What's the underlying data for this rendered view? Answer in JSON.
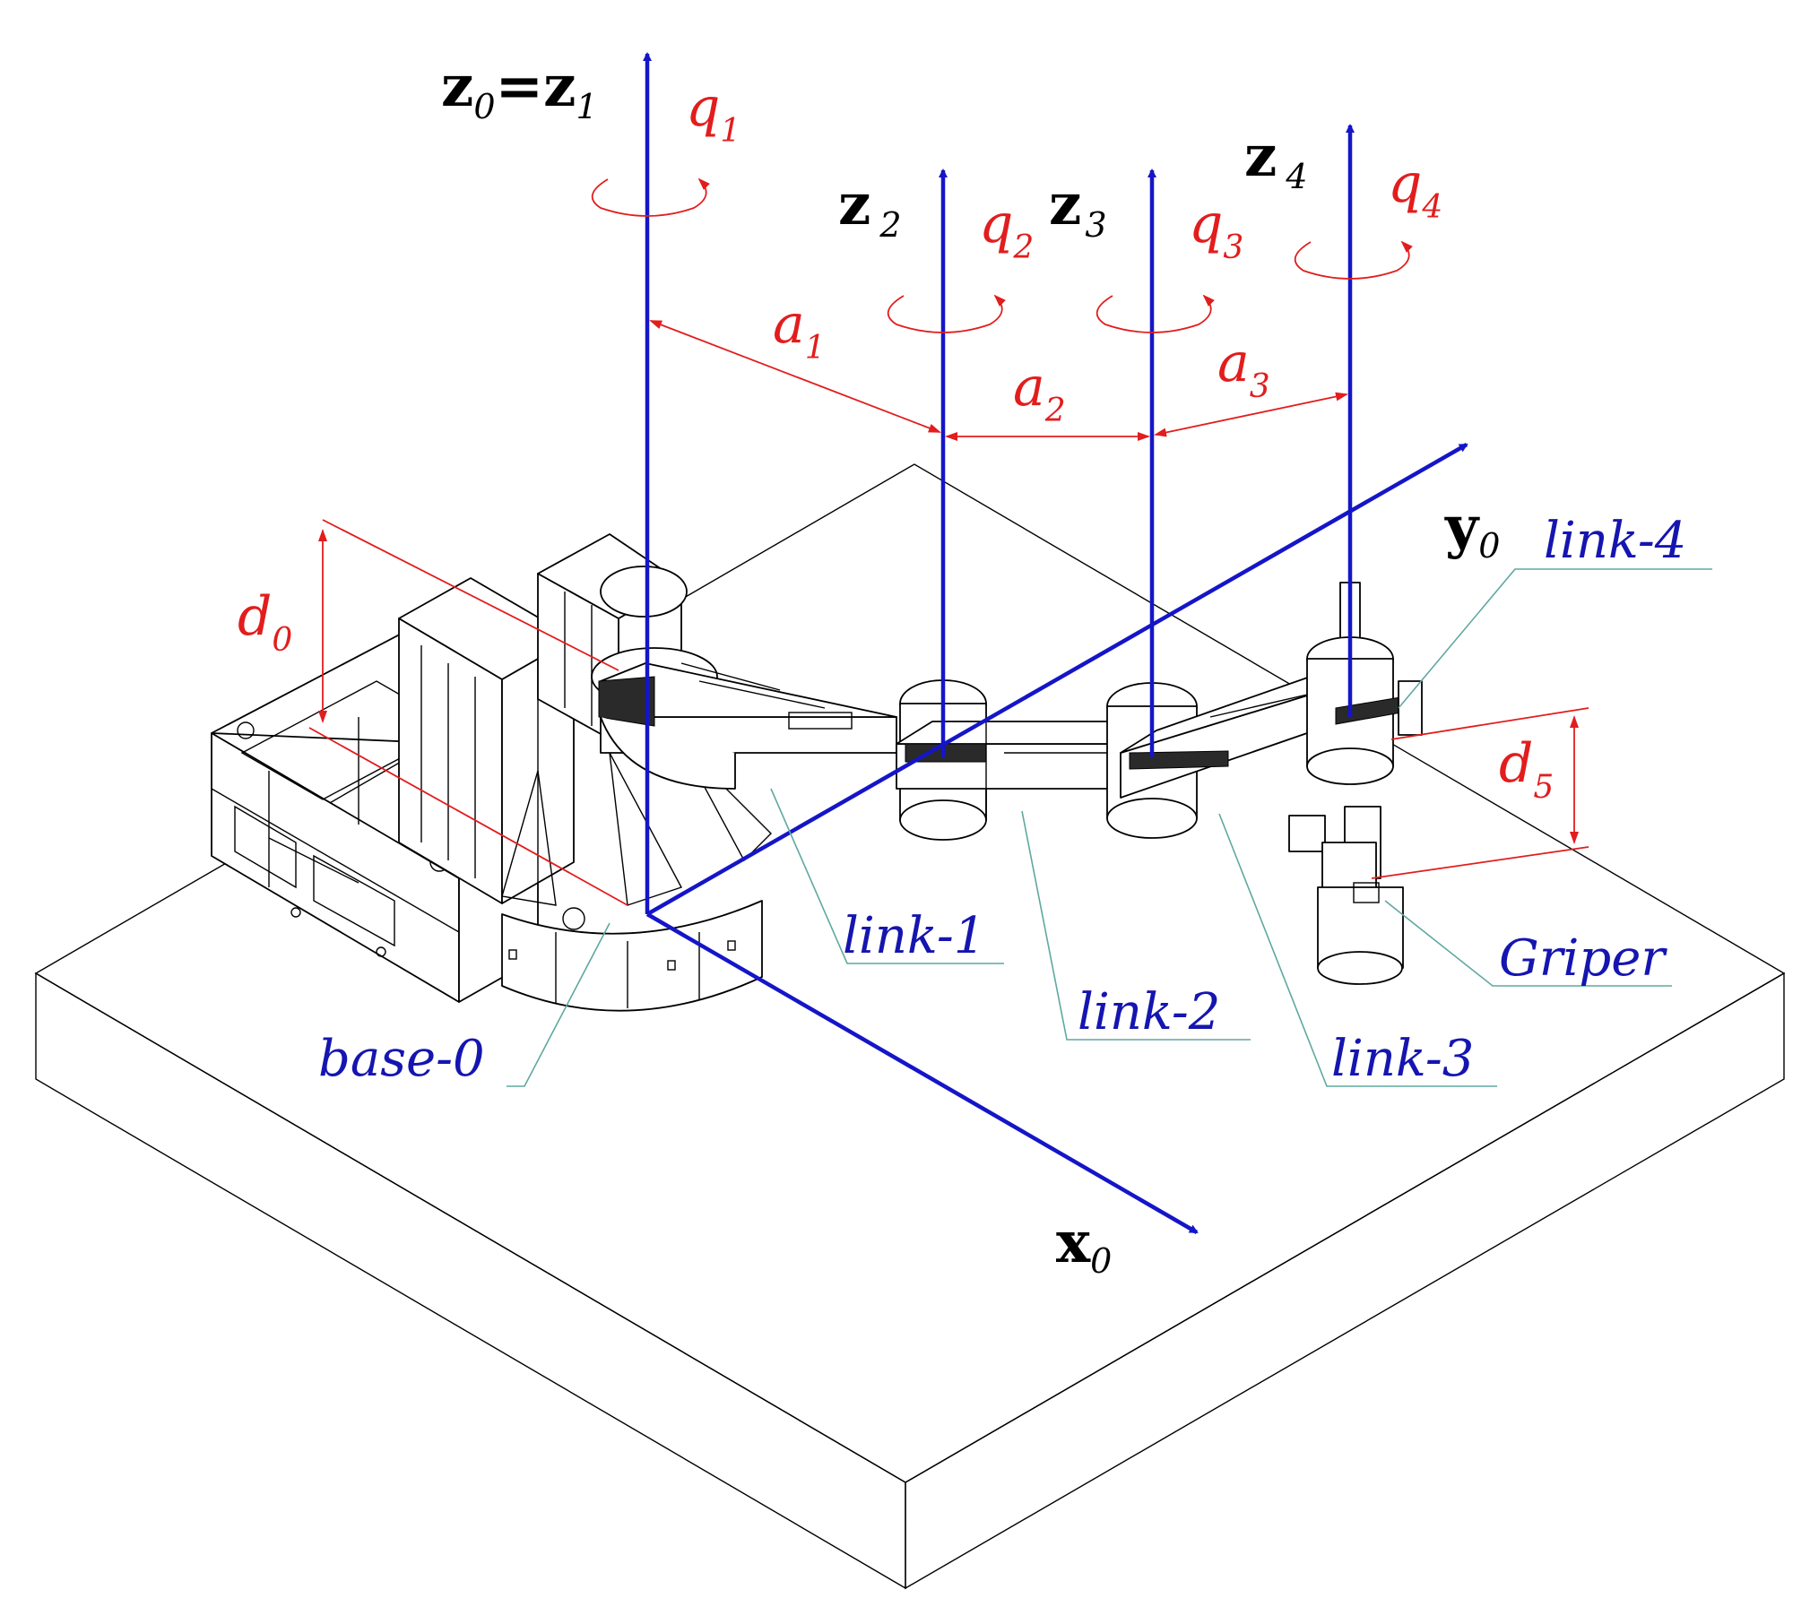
{
  "axes": {
    "z0": {
      "name": "z",
      "sub": "0"
    },
    "eq": "=",
    "z1": {
      "name": "z",
      "sub": "1"
    },
    "z2": {
      "name": "z",
      "sub": "2"
    },
    "z3": {
      "name": "z",
      "sub": "3"
    },
    "z4": {
      "name": "z",
      "sub": "4"
    },
    "y0": {
      "name": "y",
      "sub": "0"
    },
    "x0": {
      "name": "x",
      "sub": "0"
    }
  },
  "joints": {
    "q1": {
      "name": "q",
      "sub": "1"
    },
    "q2": {
      "name": "q",
      "sub": "2"
    },
    "q3": {
      "name": "q",
      "sub": "3"
    },
    "q4": {
      "name": "q",
      "sub": "4"
    }
  },
  "dimensions": {
    "a1": {
      "name": "a",
      "sub": "1"
    },
    "a2": {
      "name": "a",
      "sub": "2"
    },
    "a3": {
      "name": "a",
      "sub": "3"
    },
    "d0": {
      "name": "d",
      "sub": "0"
    },
    "d5": {
      "name": "d",
      "sub": "5"
    }
  },
  "parts": {
    "base": "base-0",
    "link1": "link-1",
    "link2": "link-2",
    "link3": "link-3",
    "link4": "link-4",
    "gripper": "Griper"
  },
  "colors": {
    "axis": "#1515c8",
    "dimension": "#e21d1d",
    "label": "#1515b0",
    "leader": "#5fa8a0"
  }
}
